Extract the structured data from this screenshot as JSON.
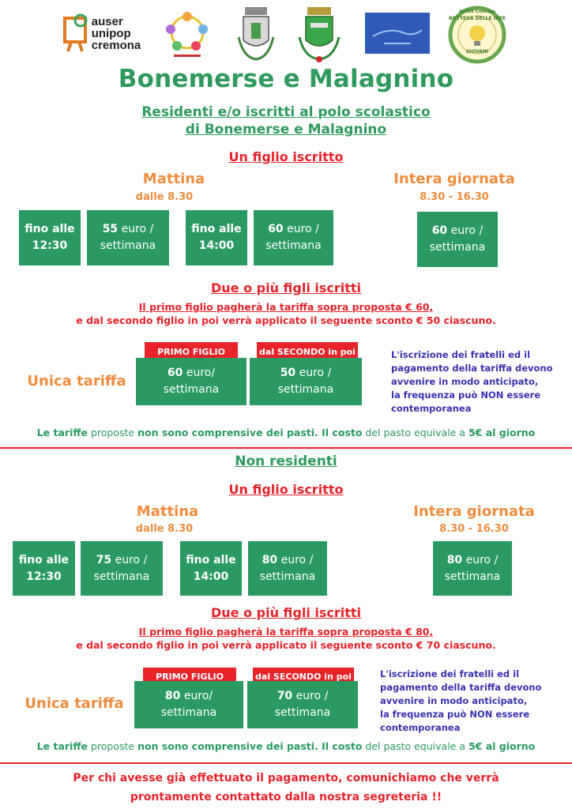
{
  "logos": {
    "auser_lines": [
      "auser",
      "unipop",
      "cremona"
    ],
    "bottega_top": "AUSER Cremona",
    "bottega_mid": "BOTTEGA DELLE IDEE",
    "bottega_bottom": "GIOVANI"
  },
  "title": "Bonemerse e Malagnino",
  "residenti": {
    "subtitle_line1": "Residenti e/o iscritti al polo scolastico",
    "subtitle_line2": "di Bonemerse e Malagnino",
    "one_child": "Un figlio iscritto",
    "mattina": "Mattina",
    "mattina_time": "dalle 8.30",
    "intera": "Intera giornata",
    "intera_time": "8.30 - 16.30",
    "box1_line1": "fino alle",
    "box1_line2": "12:30",
    "price1_bold": "55",
    "price1_rest": " euro /",
    "price1_line2": "settimana",
    "box2_line1": "fino alle",
    "box2_line2": "14:00",
    "price2_bold": "60",
    "price2_rest": " euro /",
    "price2_line2": "settimana",
    "price3_bold": "60",
    "price3_rest": " euro /",
    "price3_line2": "settimana",
    "multi": "Due o più figli iscritti",
    "discount_line1": "Il primo figlio pagherà la tariffa sopra proposta € 60,",
    "discount_line2": "e dal secondo figlio in poi verrà applicato il seguente sconto € 50 ciascuno.",
    "unica": "Unica tariffa",
    "first_label": "PRIMO FIGLIO",
    "second_label": "dal SECONDO  in poi",
    "first_price_bold": "60",
    "first_price_rest": " euro/",
    "first_price_line2": "settimana",
    "second_price_bold": "50",
    "second_price_rest": " euro /",
    "second_price_line2": "settimana",
    "note_lines": [
      "L'iscrizione dei fratelli ed il",
      "pagamento della tariffa devono",
      "avvenire in modo anticipato,",
      "la frequenza può NON essere",
      "contemporanea"
    ],
    "foot_1": "Le tariffe",
    "foot_2": " proposte ",
    "foot_3": "non sono comprensive dei pasti.",
    "foot_4": "  Il costo",
    "foot_5": " del pasto equivale a ",
    "foot_6": "5€ al giorno"
  },
  "non_residenti": {
    "heading": "Non residenti",
    "one_child": "Un figlio iscritto",
    "mattina": "Mattina",
    "mattina_time": "dalle 8.30",
    "intera": "Intera giornata",
    "intera_time": "8.30 - 16.30",
    "box1_line1": "fino alle",
    "box1_line2": "12:30",
    "price1_bold": "75",
    "price1_rest": " euro /",
    "price1_line2": "settimana",
    "box2_line1": "fino alle",
    "box2_line2": "14:00",
    "price2_bold": "80",
    "price2_rest": " euro /",
    "price2_line2": "settimana",
    "price3_bold": "80",
    "price3_rest": " euro /",
    "price3_line2": "settimana",
    "multi": "Due o più figli iscritti",
    "discount_line1": "Il primo figlio pagherà la tariffa sopra proposta € 80,",
    "discount_line2": "e dal secondo figlio in poi verrà applicato il seguente sconto € 70 ciascuno.",
    "unica": "Unica tariffa",
    "first_label": "PRIMO FIGLIO",
    "second_label": "dal SECONDO  in poi",
    "first_price_bold": "80",
    "first_price_rest": " euro/",
    "first_price_line2": "settimana",
    "second_price_bold": "70",
    "second_price_rest": " euro /",
    "second_price_line2": "settimana",
    "note_lines": [
      "L'iscrizione dei fratelli ed il",
      "pagamento della tariffa devono",
      "avvenire in modo anticipato,",
      "la frequenza può NON essere",
      "contemporanea"
    ],
    "foot_1": "Le tariffe",
    "foot_2": " proposte ",
    "foot_3": "non sono comprensive dei pasti.",
    "foot_4": "  Il costo",
    "foot_5": " del pasto equivale a ",
    "foot_6": "5€ al giorno"
  },
  "final_line1": "Per chi avesse già effettuato il pagamento, comunichiamo che verrà",
  "final_line2": "prontamente contattato dalla nostra segreteria !!",
  "colors": {
    "green": "#2a9a62",
    "title_green": "#2e9a5c",
    "red": "#e8232a",
    "orange": "#f08c3e",
    "blue_note": "#3b2fb0"
  }
}
